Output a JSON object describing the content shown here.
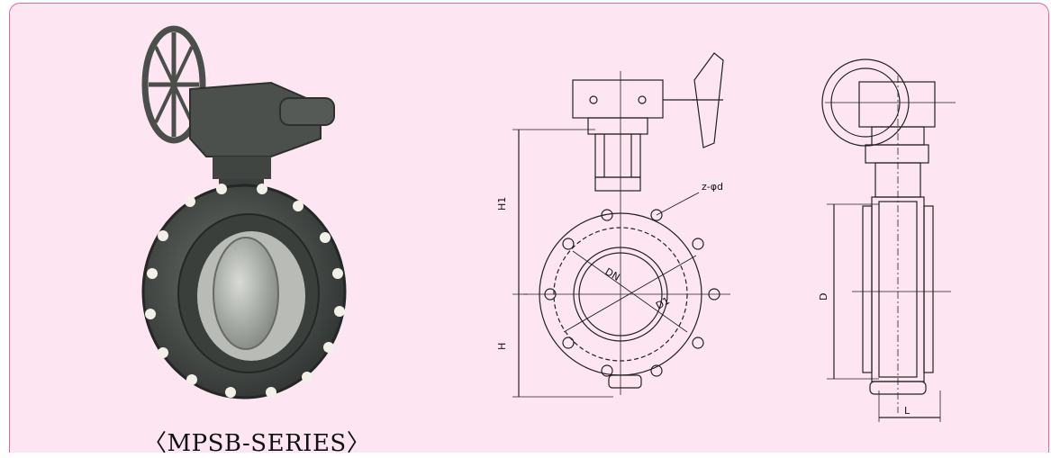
{
  "caption": "〈MPSB-SERIES〉",
  "colors": {
    "frame_border": "#d86aa8",
    "background": "#fde6f1"
  },
  "dimensions": {
    "h1": "H1",
    "h": "H",
    "dn": "DN",
    "d1": "D1",
    "bolt": "z-φd",
    "d": "D",
    "l": "L"
  }
}
